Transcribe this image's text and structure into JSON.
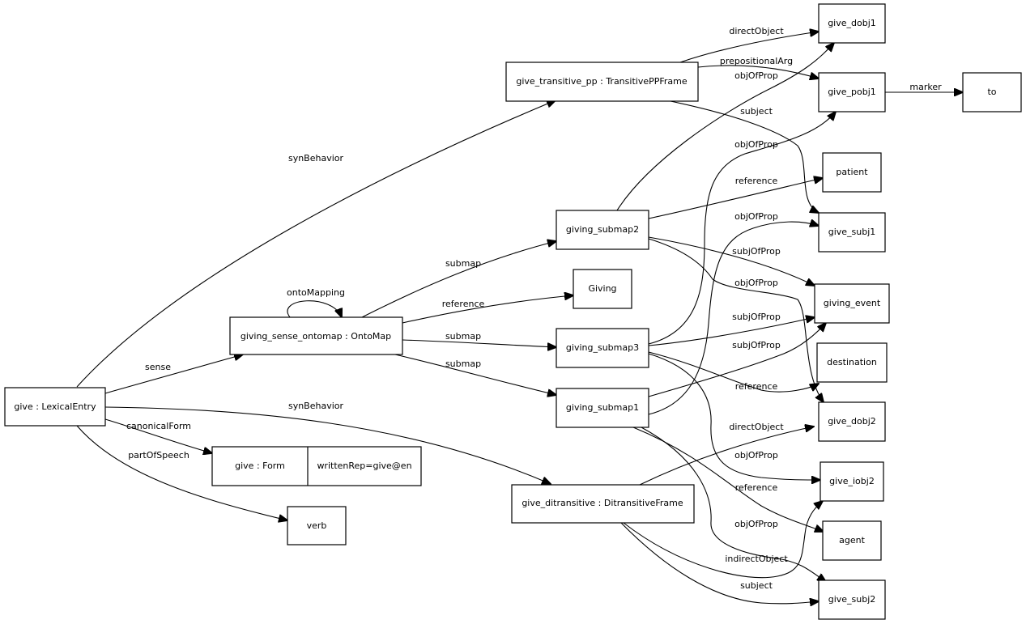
{
  "diagram": {
    "nodes": {
      "give_lexical_entry": "give : LexicalEntry",
      "give_form": "give : Form",
      "give_form_written_rep": "writtenRep=give@en",
      "verb": "verb",
      "giving_sense_ontomap": "giving_sense_ontomap : OntoMap",
      "give_transitive_pp": "give_transitive_pp : TransitivePPFrame",
      "give_ditransitive": "give_ditransitive : DitransitiveFrame",
      "giving_submap1": "giving_submap1",
      "giving_submap2": "giving_submap2",
      "giving_submap3": "giving_submap3",
      "giving": "Giving",
      "give_dobj1": "give_dobj1",
      "give_pobj1": "give_pobj1",
      "to": "to",
      "patient": "patient",
      "give_subj1": "give_subj1",
      "giving_event": "giving_event",
      "destination": "destination",
      "give_dobj2": "give_dobj2",
      "give_iobj2": "give_iobj2",
      "agent": "agent",
      "give_subj2": "give_subj2"
    },
    "edges": {
      "syn_behavior_pp": "synBehavior",
      "sense": "sense",
      "syn_behavior_ditransitive": "synBehavior",
      "canonical_form": "canonicalForm",
      "part_of_speech": "partOfSpeech",
      "onto_mapping": "ontoMapping",
      "submap_2": "submap",
      "reference_giving": "reference",
      "submap_3": "submap",
      "submap_1": "submap",
      "direct_object_1": "directObject",
      "prepositional_arg": "prepositionalArg",
      "subject_1": "subject",
      "marker": "marker",
      "obj_of_prop_s2_dobj1": "objOfProp",
      "reference_patient": "reference",
      "obj_of_prop_s3_pobj1": "objOfProp",
      "subj_of_prop_s2": "subjOfProp",
      "obj_of_prop_s1_subj1": "objOfProp",
      "obj_of_prop_s2_dobj2": "objOfProp",
      "subj_of_prop_s3": "subjOfProp",
      "subj_of_prop_s1": "subjOfProp",
      "reference_destination": "reference",
      "direct_object_2": "directObject",
      "obj_of_prop_s3_iobj2": "objOfProp",
      "reference_agent": "reference",
      "obj_of_prop_s1_subj2": "objOfProp",
      "indirect_object": "indirectObject",
      "subject_2": "subject"
    }
  }
}
